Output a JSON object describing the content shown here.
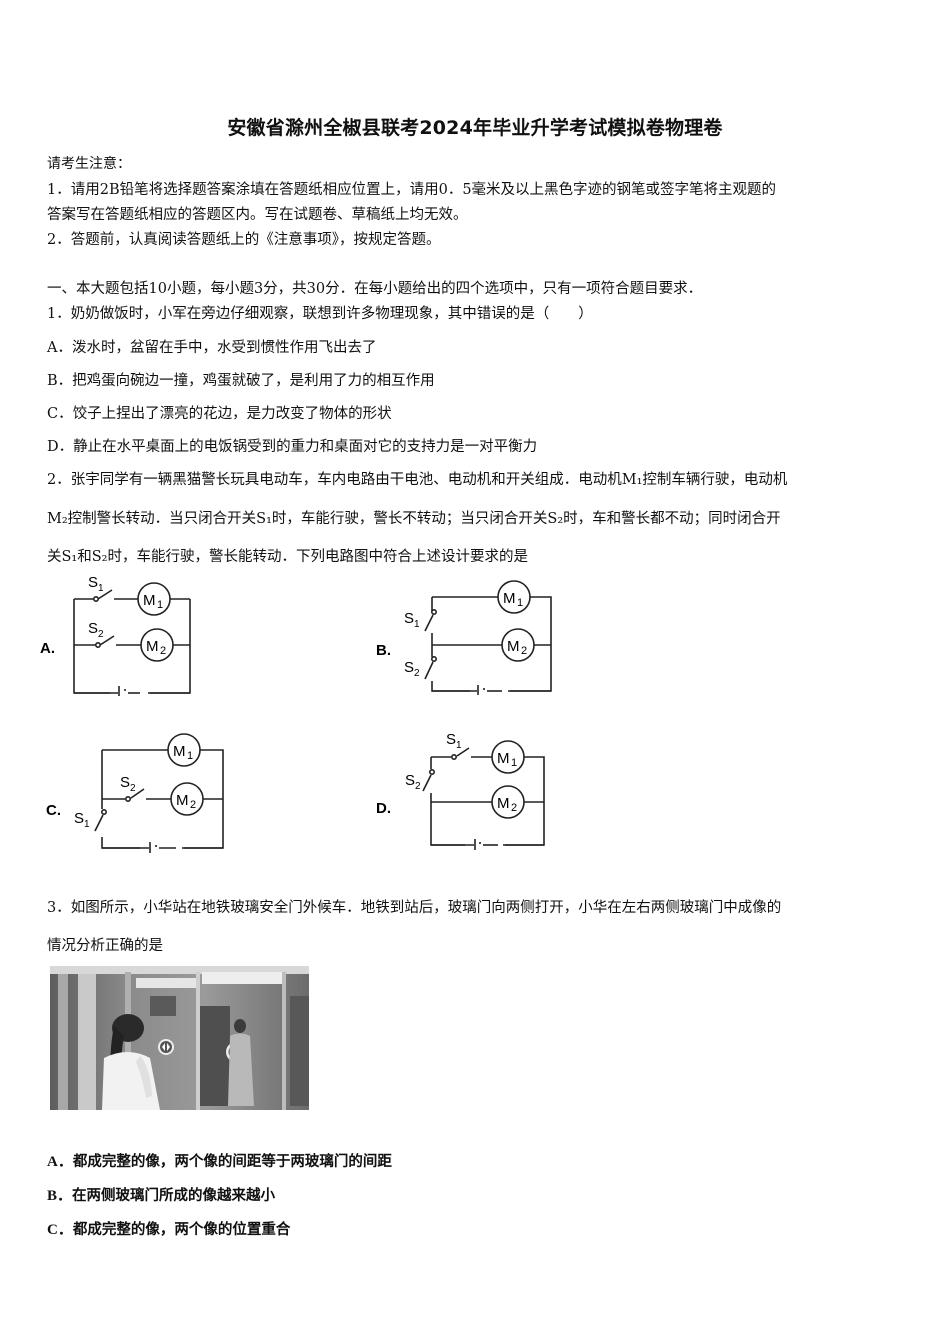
{
  "title": "安徽省滁州全椒县联考2024年毕业升学考试模拟卷物理卷",
  "notice": {
    "heading": "请考生注意：",
    "items": [
      "1．请用2B铅笔将选择题答案涂填在答题纸相应位置上，请用0．5毫米及以上黑色字迹的钢笔或签字笔将主观题的",
      "答案写在答题纸相应的答题区内。写在试题卷、草稿纸上均无效。",
      "2．答题前，认真阅读答题纸上的《注意事项》，按规定答题。"
    ]
  },
  "section1": {
    "heading": "一、本大题包括10小题，每小题3分，共30分．在每小题给出的四个选项中，只有一项符合题目要求．"
  },
  "questions": [
    {
      "stem": "1．奶奶做饭时，小军在旁边仔细观察，联想到许多物理现象，其中错误的是（　　）",
      "options": [
        "A．泼水时，盆留在手中，水受到惯性作用飞出去了",
        "B．把鸡蛋向碗边一撞，鸡蛋就破了，是利用了力的相互作用",
        "C．饺子上捏出了漂亮的花边，是力改变了物体的形状",
        "D．静止在水平桌面上的电饭锅受到的重力和桌面对它的支持力是一对平衡力"
      ]
    },
    {
      "stem_lines": [
        "2．张宇同学有一辆黑猫警长玩具电动车，车内电路由干电池、电动机和开关组成．电动机M₁控制车辆行驶，电动机",
        "M₂控制警长转动．当只闭合开关S₁时，车能行驶，警长不转动；当只闭合开关S₂时，车和警长都不动；同时闭合开",
        "关S₁和S₂时，车能行驶，警长能转动．下列电路图中符合上述设计要求的是"
      ],
      "circuits": [
        {
          "label": "A.",
          "s1": "S",
          "s2": "S",
          "m1": "M",
          "m2": "M",
          "sub1": "1",
          "sub2": "2"
        },
        {
          "label": "B.",
          "s1": "S",
          "s2": "S",
          "m1": "M",
          "m2": "M",
          "sub1": "1",
          "sub2": "2"
        },
        {
          "label": "C.",
          "s1": "S",
          "s2": "S",
          "m1": "M",
          "m2": "M",
          "sub1": "1",
          "sub2": "2"
        },
        {
          "label": "D.",
          "s1": "S",
          "s2": "S",
          "m1": "M",
          "m2": "M",
          "sub1": "1",
          "sub2": "2"
        }
      ]
    },
    {
      "stem_lines": [
        "3．如图所示，小华站在地铁玻璃安全门外候车．地铁到站后，玻璃门向两侧打开，小华在左右两侧玻璃门中成像的",
        "情况分析正确的是"
      ],
      "photo_alt": "小华站在地铁玻璃安全门前",
      "options": [
        {
          "label": "A．",
          "text": "都成完整的像，两个像的间距等于两玻璃门的间距"
        },
        {
          "label": "B．",
          "text": "在两侧玻璃门所成的像越来越小"
        },
        {
          "label": "C．",
          "text": "都成完整的像，两个像的位置重合"
        }
      ]
    }
  ]
}
